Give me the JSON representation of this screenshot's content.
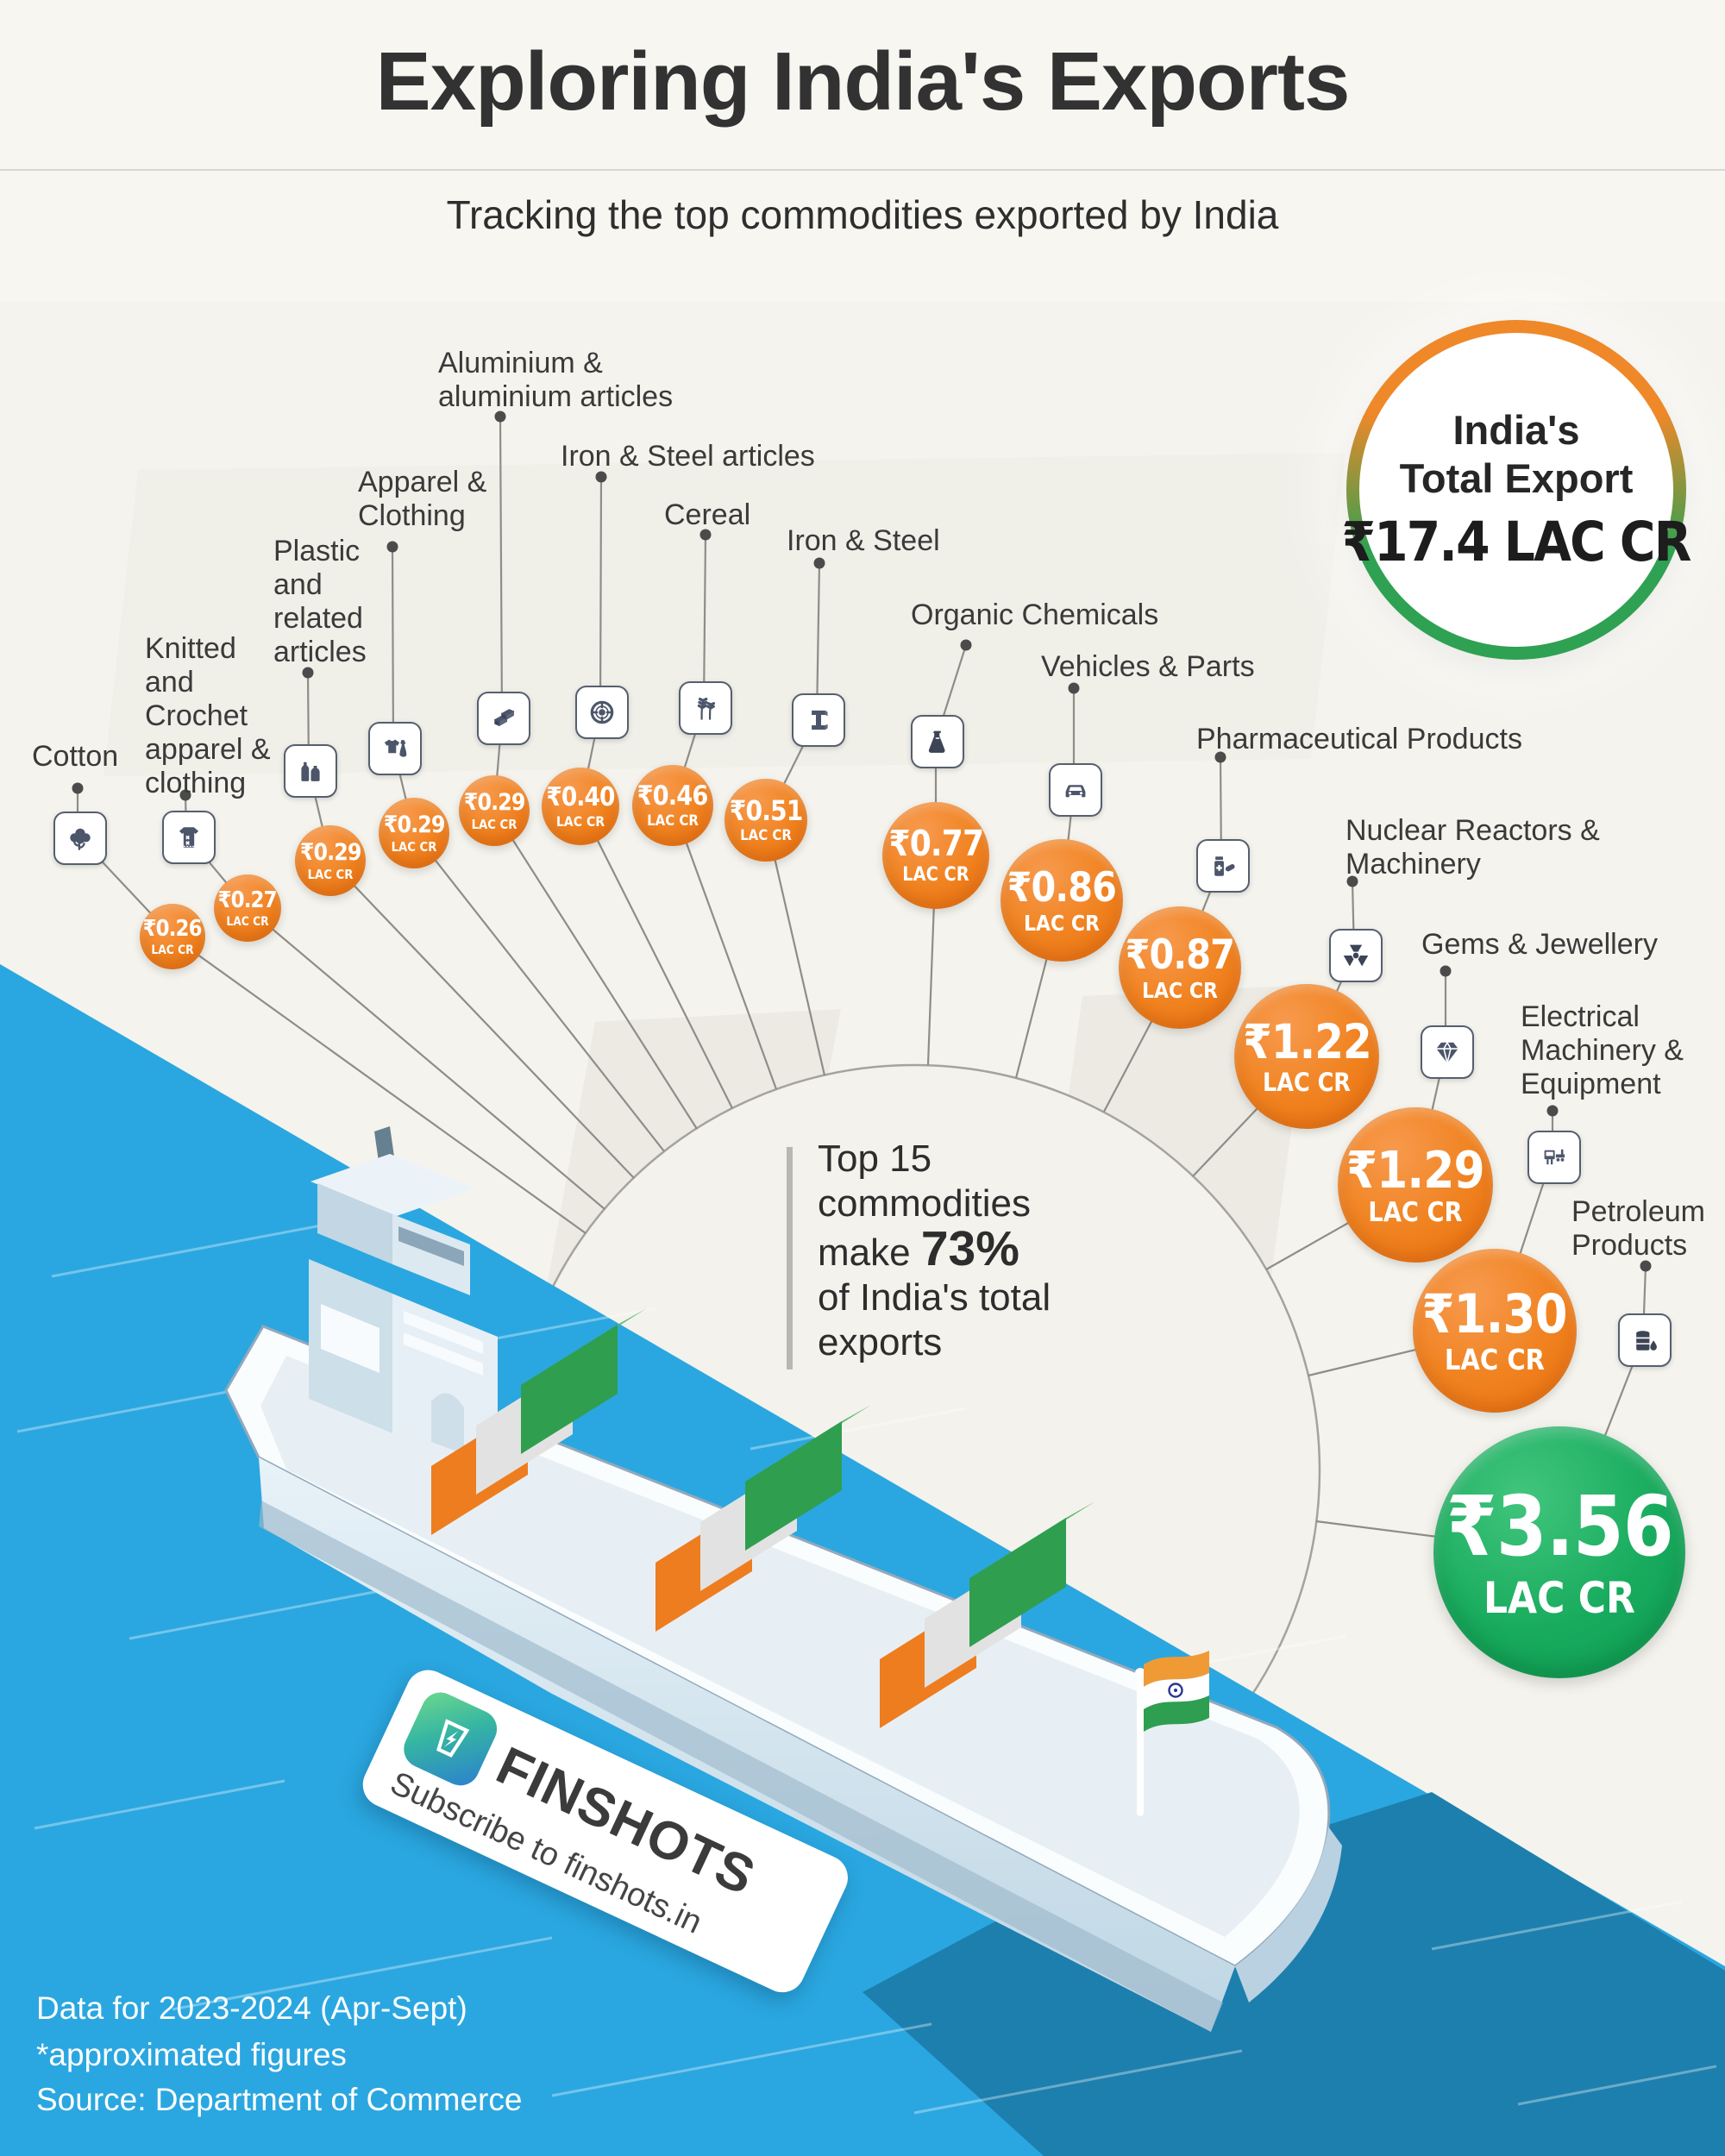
{
  "header": {
    "title": "Exploring India's Exports",
    "subtitle": "Tracking the top commodities exported by India"
  },
  "total_export_badge": {
    "line1": "India's",
    "line2": "Total Export",
    "value": "₹17.4 LAC CR"
  },
  "center_note": {
    "line1": "Top 15",
    "line2": "commodities",
    "line3_pre": "make ",
    "line3_bold": "73%",
    "line4": "of India's total",
    "line5": "exports"
  },
  "commodities": [
    {
      "name": "Cotton",
      "value": "₹0.26",
      "unit": "LAC CR",
      "numeric": 0.26,
      "icon": "cotton-icon"
    },
    {
      "name": "Knitted and Crochet apparel & clothing",
      "value": "₹0.27",
      "unit": "LAC CR",
      "numeric": 0.27,
      "icon": "sweater-icon"
    },
    {
      "name": "Plastic and related articles",
      "value": "₹0.29",
      "unit": "LAC CR",
      "numeric": 0.29,
      "icon": "plastic-bottles-icon"
    },
    {
      "name": "Apparel & Clothing",
      "value": "₹0.29",
      "unit": "LAC CR",
      "numeric": 0.29,
      "icon": "apparel-icon"
    },
    {
      "name": "Aluminium & aluminium articles",
      "value": "₹0.29",
      "unit": "LAC CR",
      "numeric": 0.29,
      "icon": "aluminium-icon"
    },
    {
      "name": "Iron & Steel articles",
      "value": "₹0.40",
      "unit": "LAC CR",
      "numeric": 0.4,
      "icon": "steel-coil-icon"
    },
    {
      "name": "Cereal",
      "value": "₹0.46",
      "unit": "LAC CR",
      "numeric": 0.46,
      "icon": "wheat-icon"
    },
    {
      "name": "Iron & Steel",
      "value": "₹0.51",
      "unit": "LAC CR",
      "numeric": 0.51,
      "icon": "ibeam-icon"
    },
    {
      "name": "Organic Chemicals",
      "value": "₹0.77",
      "unit": "LAC CR",
      "numeric": 0.77,
      "icon": "flask-icon"
    },
    {
      "name": "Vehicles & Parts",
      "value": "₹0.86",
      "unit": "LAC CR",
      "numeric": 0.86,
      "icon": "car-icon"
    },
    {
      "name": "Pharmaceutical Products",
      "value": "₹0.87",
      "unit": "LAC CR",
      "numeric": 0.87,
      "icon": "medicine-icon"
    },
    {
      "name": "Nuclear Reactors & Machinery",
      "value": "₹1.22",
      "unit": "LAC CR",
      "numeric": 1.22,
      "icon": "radiation-icon"
    },
    {
      "name": "Gems & Jewellery",
      "value": "₹1.29",
      "unit": "LAC CR",
      "numeric": 1.29,
      "icon": "diamond-icon"
    },
    {
      "name": "Electrical Machinery & Equipment",
      "value": "₹1.30",
      "unit": "LAC CR",
      "numeric": 1.3,
      "icon": "machinery-icon"
    },
    {
      "name": "Petroleum Products",
      "value": "₹3.56",
      "unit": "LAC CR",
      "numeric": 3.56,
      "icon": "oil-barrel-icon"
    }
  ],
  "branding": {
    "brand": "FINSHOTS",
    "tagline": "Subscribe to finshots.in"
  },
  "footer": {
    "line1": "Data for 2023-2024 (Apr-Sept)",
    "line2": "*approximated figures",
    "line3": "Source: Department of Commerce"
  },
  "colors": {
    "background": "#f4f3ed",
    "water": "#2aa7e0",
    "water_shadow": "#1d7fae",
    "bubble_orange": "#f0821f",
    "bubble_green": "#18ab5e",
    "badge_ring_orange": "#ef8829",
    "badge_ring_green": "#2fa152",
    "flag_saffron": "#f09a36",
    "flag_green": "#2e9e50",
    "label_text": "#3a3a3a"
  },
  "chart_data": {
    "type": "bar",
    "title": "Exploring India's Exports",
    "subtitle": "Tracking the top commodities exported by India",
    "categories": [
      "Cotton",
      "Knitted and Crochet apparel & clothing",
      "Plastic and related articles",
      "Apparel & Clothing",
      "Aluminium & aluminium articles",
      "Iron & Steel articles",
      "Cereal",
      "Iron & Steel",
      "Organic Chemicals",
      "Vehicles & Parts",
      "Pharmaceutical Products",
      "Nuclear Reactors & Machinery",
      "Gems & Jewellery",
      "Electrical Machinery & Equipment",
      "Petroleum Products"
    ],
    "values": [
      0.26,
      0.27,
      0.29,
      0.29,
      0.29,
      0.4,
      0.46,
      0.51,
      0.77,
      0.86,
      0.87,
      1.22,
      1.29,
      1.3,
      3.56
    ],
    "unit": "₹ LAC CR",
    "total_export": 17.4,
    "top15_share_pct": 73,
    "period": "2023-2024 (Apr-Sept)",
    "source": "Department of Commerce",
    "note": "approximated figures"
  }
}
